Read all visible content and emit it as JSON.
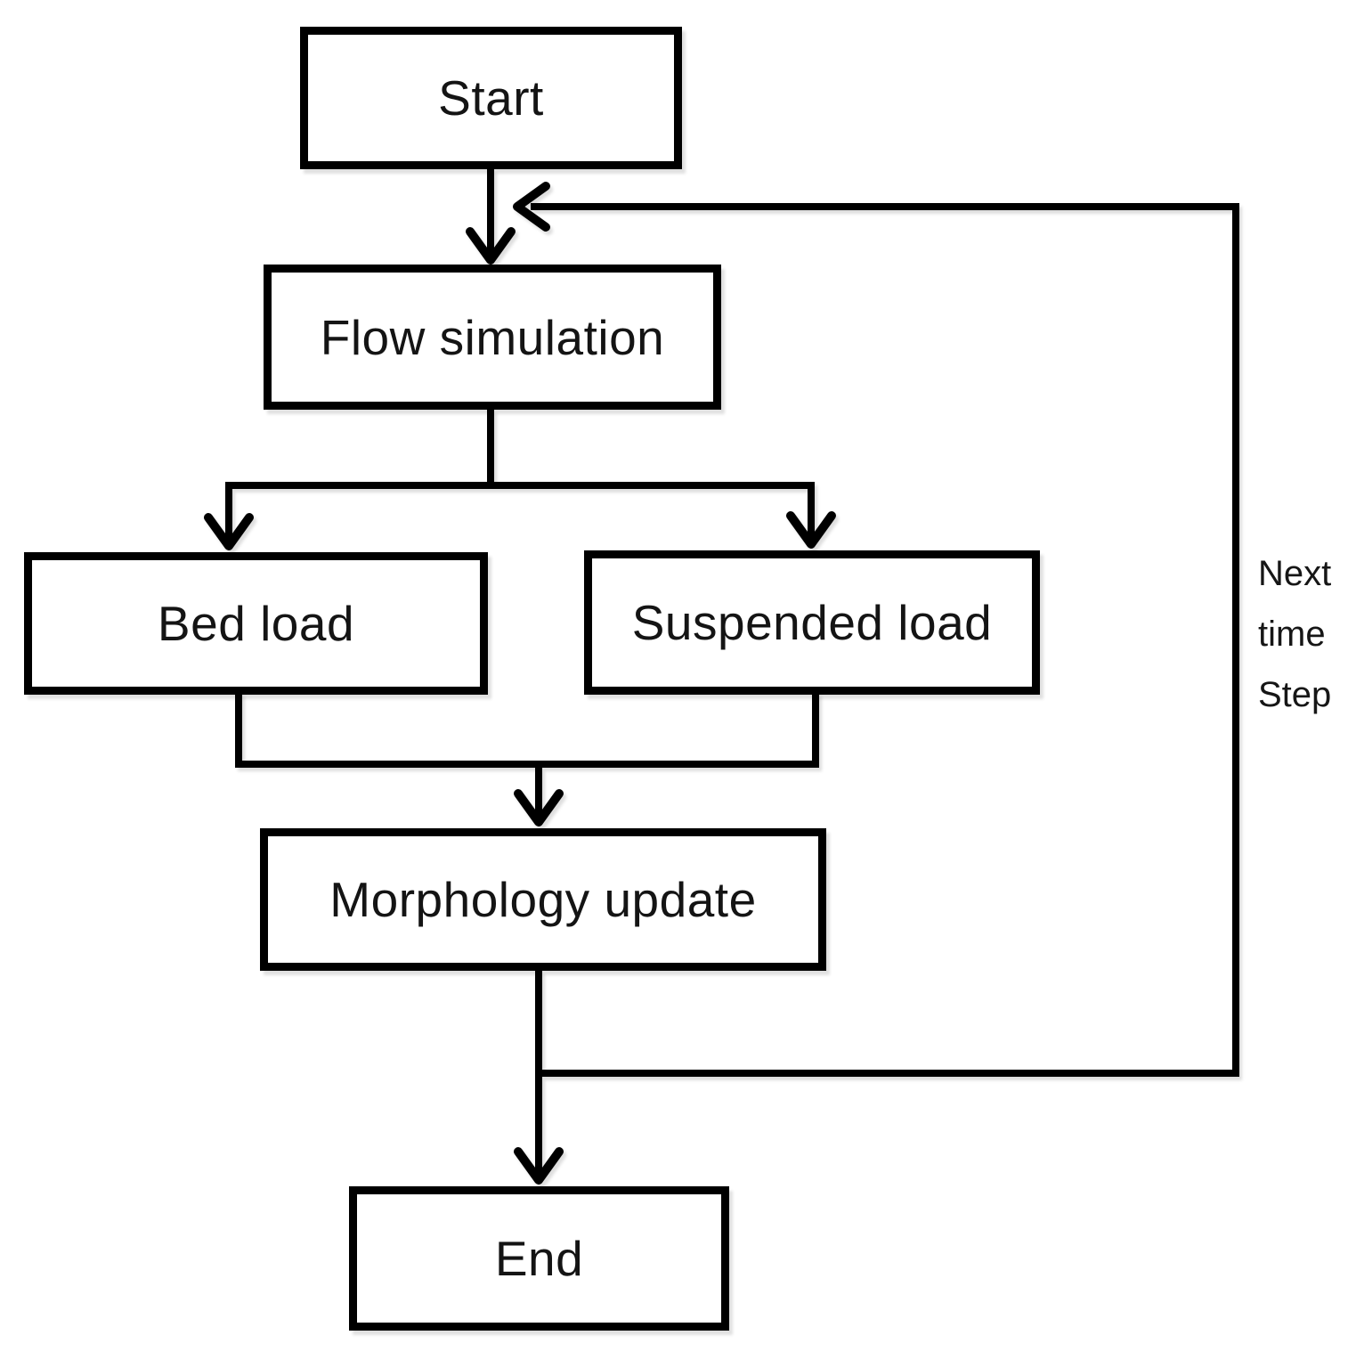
{
  "diagram_type": "flowchart",
  "nodes": {
    "start": {
      "label": "Start"
    },
    "flow_simulation": {
      "label": "Flow simulation"
    },
    "bed_load": {
      "label": "Bed load"
    },
    "suspended_load": {
      "label": "Suspended load"
    },
    "morphology_update": {
      "label": "Morphology update"
    },
    "end": {
      "label": "End"
    }
  },
  "next_time_step_label": {
    "lines": [
      "Next",
      "time",
      "Step"
    ],
    "full_text": "Next time Step"
  },
  "edges": [
    {
      "from": "start",
      "to": "flow_simulation"
    },
    {
      "from": "flow_simulation",
      "to": "bed_load"
    },
    {
      "from": "flow_simulation",
      "to": "suspended_load"
    },
    {
      "from": "bed_load",
      "to": "morphology_update"
    },
    {
      "from": "suspended_load",
      "to": "morphology_update"
    },
    {
      "from": "morphology_update",
      "to": "end"
    },
    {
      "from": "morphology_update",
      "to": "flow_simulation",
      "label": "Next time Step"
    }
  ],
  "colors": {
    "background": "#ffffff",
    "line": "#000000",
    "node_border": "#000000",
    "node_fill": "#ffffff",
    "text": "#141414"
  }
}
